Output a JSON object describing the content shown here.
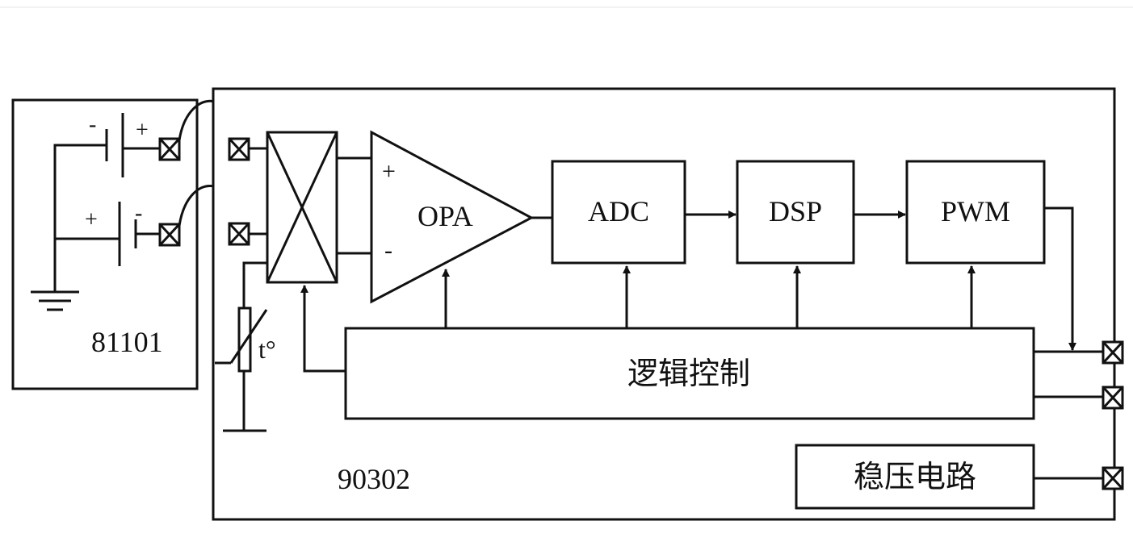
{
  "sensor_module": {
    "id_label": "81101",
    "battery_top": {
      "neg": "-",
      "pos": "+"
    },
    "battery_bottom": {
      "pos": "+",
      "neg": "-"
    }
  },
  "main_module": {
    "id_label": "90302",
    "thermistor_label": "t°",
    "opa": {
      "label": "OPA",
      "plus": "+",
      "minus": "-"
    },
    "adc_label": "ADC",
    "dsp_label": "DSP",
    "pwm_label": "PWM",
    "logic_label": "逻辑控制",
    "regulator_label": "稳压电路"
  },
  "colors": {
    "stroke": "#111111",
    "background": "#ffffff"
  }
}
